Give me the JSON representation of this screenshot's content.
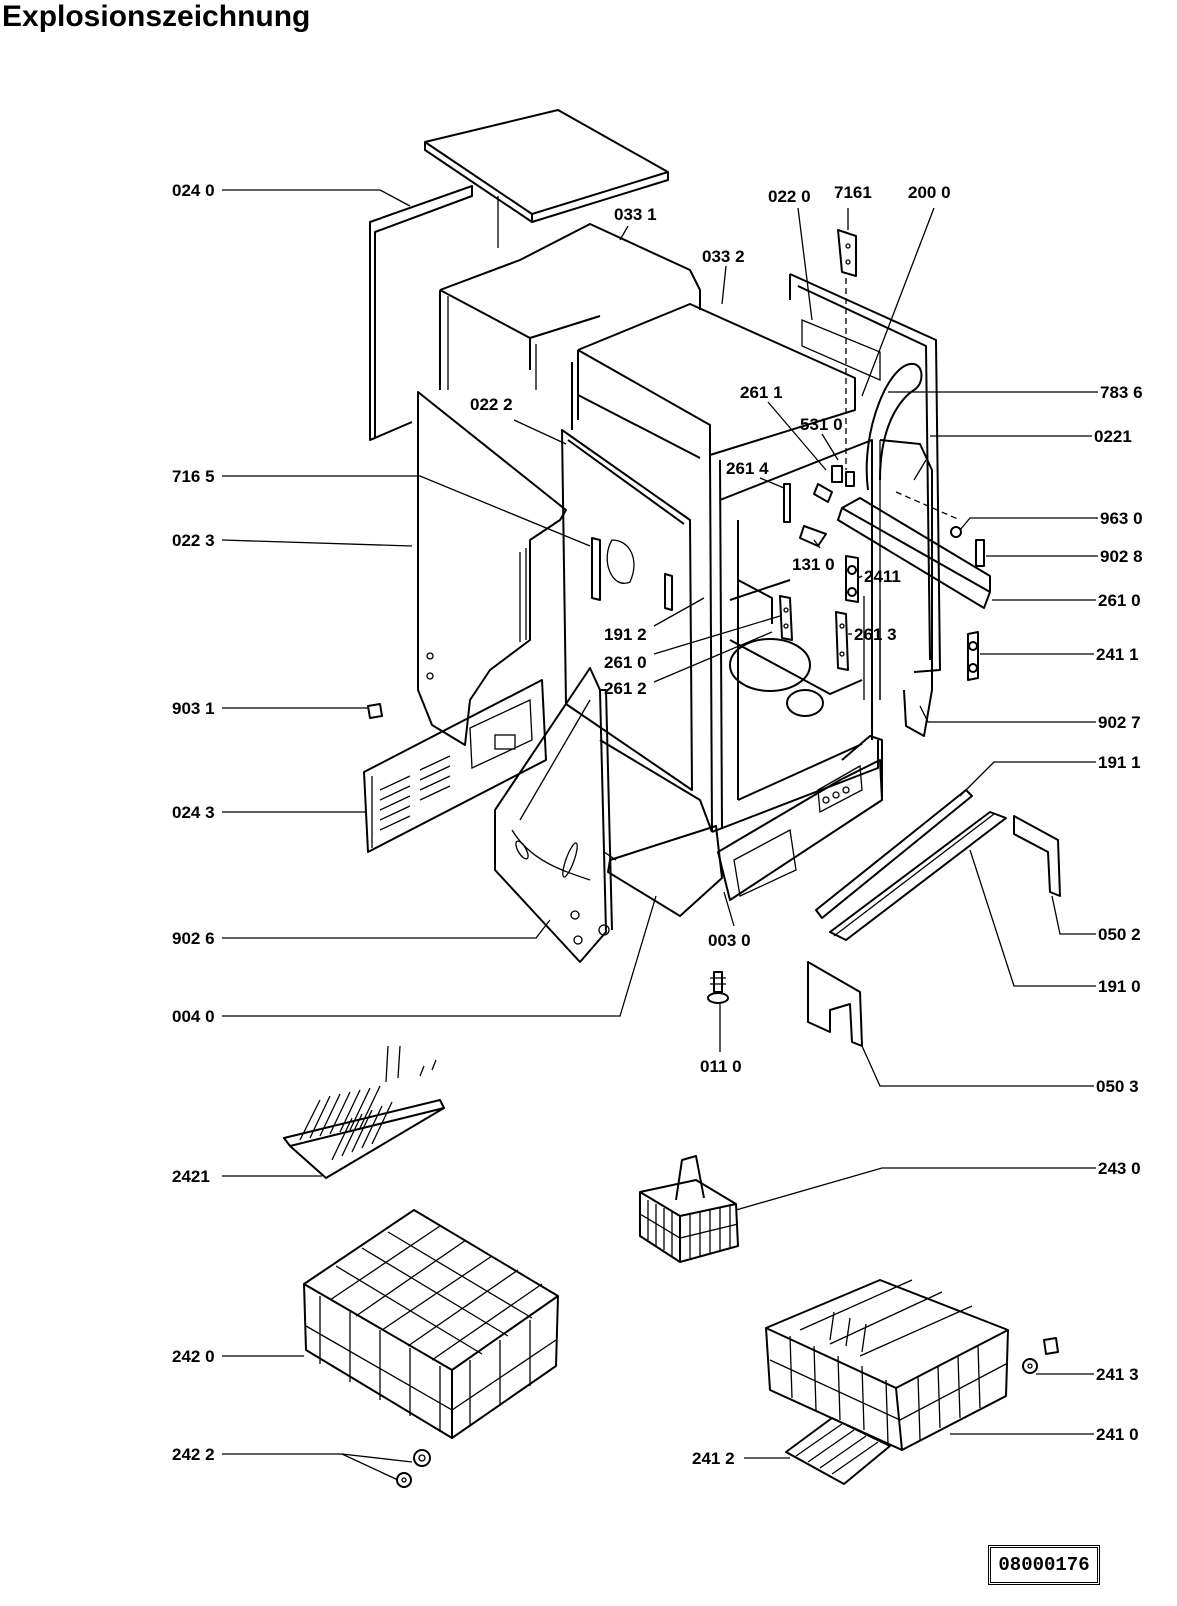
{
  "page": {
    "title": "Explosionszeichnung",
    "doc_number": "08000176"
  },
  "labels": {
    "p0240": "024 0",
    "p0331": "033 1",
    "p0332": "033 2",
    "p0220": "022 0",
    "p7161": "7161",
    "p2000": "200 0",
    "p7836": "783 6",
    "p0221": "0221",
    "p2611": "261 1",
    "p5310": "531 0",
    "p0222": "022 2",
    "p7165": "716 5",
    "p2614": "261 4",
    "p9630": "963 0",
    "p9028": "902 8",
    "p0223": "022 3",
    "p1310": "131 0",
    "p2411a": "2411",
    "p2610a": "261 0",
    "p1912": "191 2",
    "p2613": "261 3",
    "p2610b": "261 0",
    "p2411b": "241 1",
    "p2612": "261 2",
    "p9031": "903 1",
    "p9027": "902 7",
    "p1911": "191 1",
    "p0243": "024 3",
    "p0502": "050 2",
    "p9026": "902 6",
    "p0030": "003 0",
    "p1910": "191 0",
    "p0040": "004 0",
    "p0110": "011 0",
    "p0503": "050 3",
    "p2421": "2421",
    "p2430": "243 0",
    "p2420": "242 0",
    "p2413": "241 3",
    "p2410": "241 0",
    "p2422": "242 2",
    "p2412": "241 2"
  }
}
